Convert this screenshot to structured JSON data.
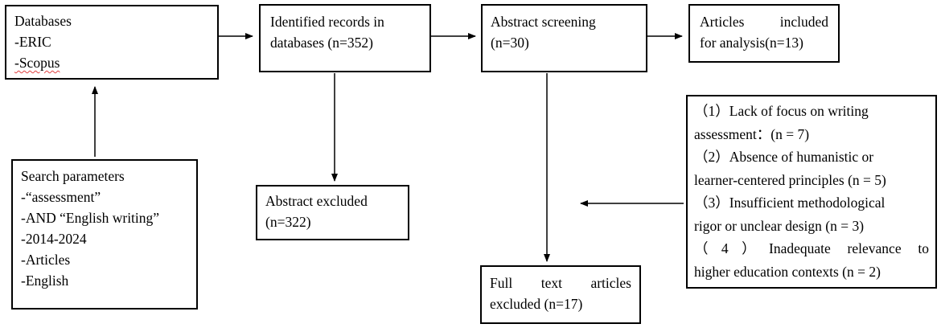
{
  "databases": {
    "title": "Databases",
    "items": [
      "-ERIC",
      "-Scopus"
    ]
  },
  "identified": {
    "lines": [
      "Identified records in",
      "databases (n=352)"
    ]
  },
  "screening": {
    "lines": [
      "Abstract screening",
      "(n=30)"
    ]
  },
  "included": {
    "lines": [
      "Articles included",
      "for analysis(n=13)"
    ]
  },
  "search": {
    "title": "Search parameters",
    "items": [
      "-“assessment”",
      "-AND “English writing”",
      "-2014-2024",
      "-Articles",
      "-English"
    ]
  },
  "abstract_excluded": {
    "lines": [
      "Abstract excluded",
      "(n=322)"
    ]
  },
  "fulltext_excluded": {
    "lines": [
      "Full text articles",
      "excluded (n=17)"
    ]
  },
  "exclusion_reasons": {
    "lines": [
      "（1）Lack of focus on writing",
      "assessment：(n = 7)",
      "（2）Absence of humanistic or",
      "learner-centered principles (n = 5)",
      "（3）Insufficient methodological",
      "rigor or unclear design (n = 3)",
      "（4）Inadequate relevance to",
      "higher education contexts (n = 2)"
    ]
  }
}
